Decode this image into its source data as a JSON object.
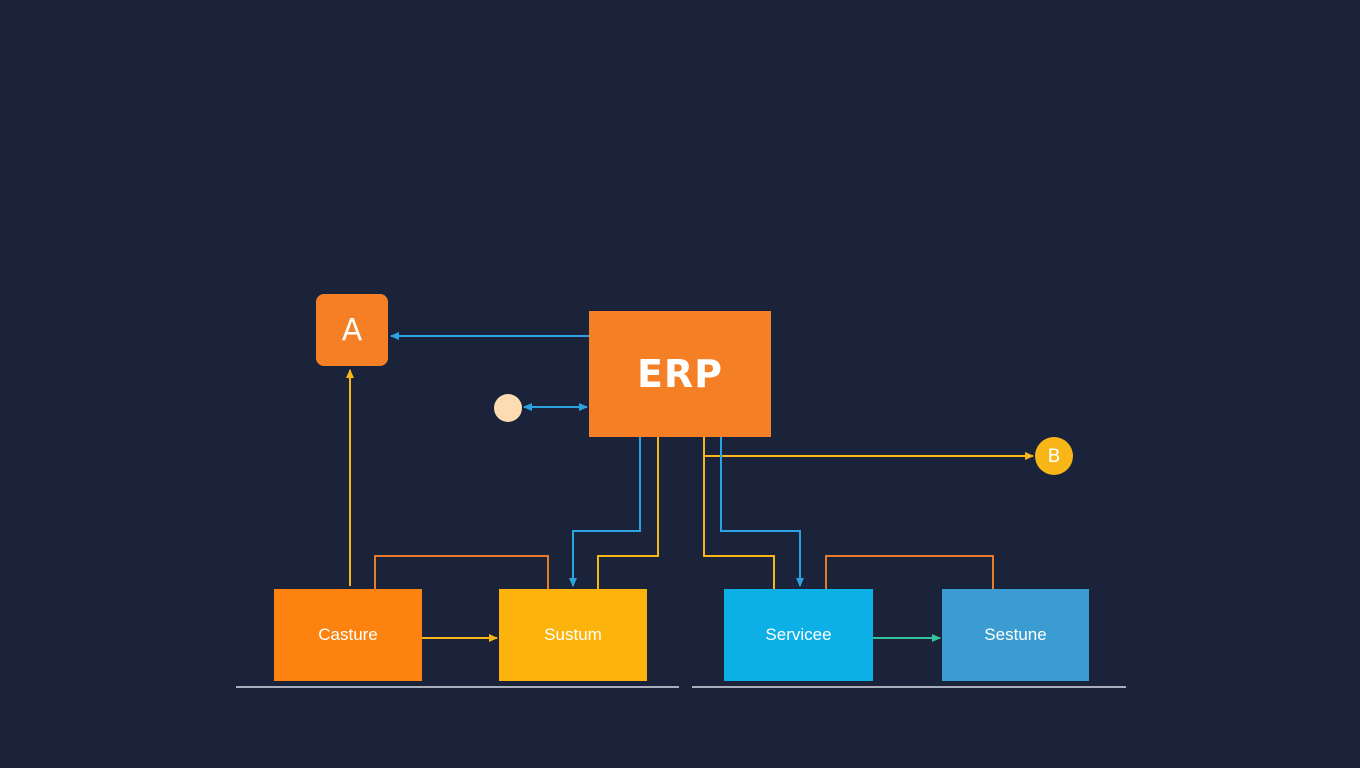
{
  "nodes": {
    "erp": "ERP",
    "a": "A",
    "b": "B"
  },
  "boxes": {
    "casture": "Casture",
    "sustum": "Sustum",
    "servicee": "Servicee",
    "sestune": "Sestune"
  },
  "colors": {
    "background": "#1b233b",
    "orange": "#f57f25",
    "yellow": "#f8b617",
    "blue": "#2ba3e0",
    "green": "#34c39a",
    "orange_line": "#e77b2c"
  }
}
